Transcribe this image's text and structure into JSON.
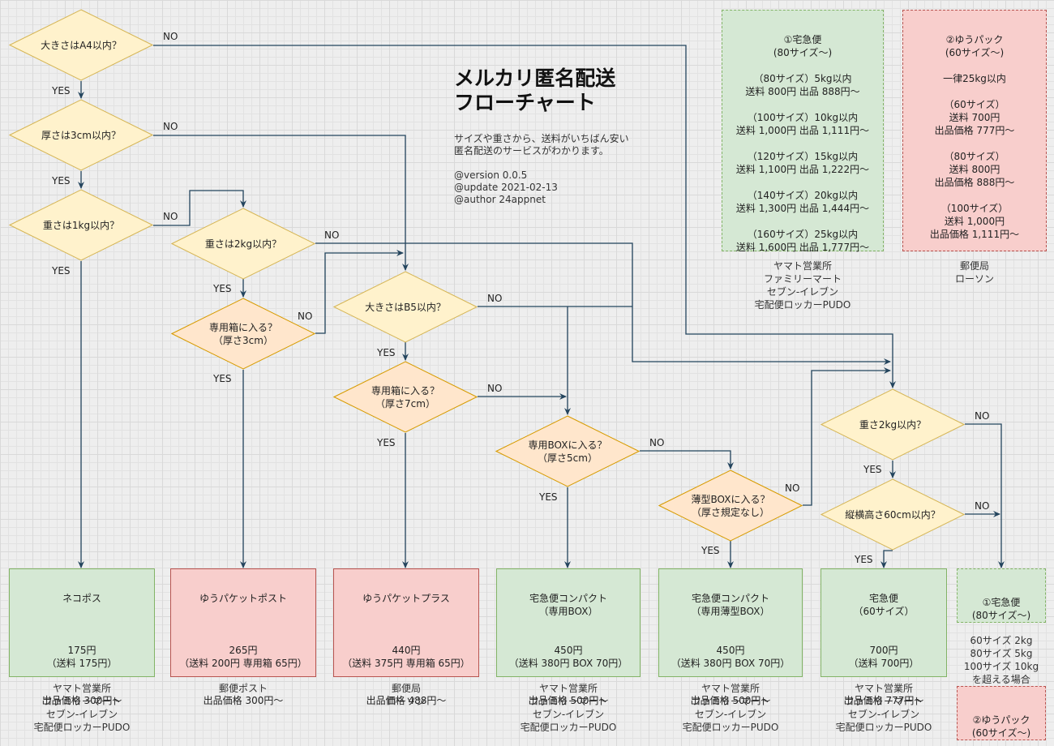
{
  "title": "メルカリ匿名配送\nフローチャート",
  "description": "サイズや重さから、送料がいちばん安い\n匿名配送のサービスがわかります。",
  "meta": {
    "version": "@version 0.0.5",
    "update": "@update 2021-02-13",
    "author": "@author 24appnet"
  },
  "colors": {
    "decision_fill": "#fff2cc",
    "decision_stroke": "#d6b656",
    "decision_alt_fill": "#ffe6cc",
    "decision_alt_stroke": "#d79b00",
    "green_fill": "#d5e8d4",
    "green_stroke": "#82b366",
    "red_fill": "#f8cecc",
    "red_stroke": "#b85450",
    "edge": "#23445d"
  },
  "decisions": {
    "a4": "大きさはA4以内？",
    "thick3": "厚さは3cm以内？",
    "w1kg": "重さは1kg以内？",
    "w2kg": "重さは2kg以内？",
    "box3": "専用箱に入る？\n（厚さ3cm）",
    "b5": "大きさはB5以内？",
    "box7": "専用箱に入る？\n（厚さ7cm）",
    "box5": "専用BOXに入る？\n（厚さ5cm）",
    "thinbox": "薄型BOXに入る？\n（厚さ規定なし）",
    "w2kg_b": "重さ2kg以内？",
    "size60": "縦横高さ60cm以内？"
  },
  "edge_labels": {
    "yes": "YES",
    "no": "NO"
  },
  "results": [
    {
      "name": "ネコポス",
      "price": "175円\n（送料 175円）",
      "listing": "出品価格 300円〜",
      "where": "ヤマト営業所\nファミリーマート\nセブン-イレブン\n宅配便ロッカーPUDO"
    },
    {
      "name": "ゆうパケットポスト",
      "price": "265円\n（送料 200円 専用箱 65円）",
      "listing": "出品価格 300円〜",
      "where": "郵便ポスト"
    },
    {
      "name": "ゆうパケットプラス",
      "price": "440円\n（送料 375円 専用箱 65円）",
      "listing": "出品価格 488円〜",
      "where": "郵便局\nローソン"
    },
    {
      "name": "宅急便コンパクト\n（専用BOX）",
      "price": "450円\n（送料 380円 BOX 70円）",
      "listing": "出品価格 500円〜",
      "where": "ヤマト営業所\nファミリーマート\nセブン-イレブン\n宅配便ロッカーPUDO"
    },
    {
      "name": "宅急便コンパクト\n（専用薄型BOX）",
      "price": "450円\n（送料 380円 BOX 70円）",
      "listing": "出品価格 500円〜",
      "where": "ヤマト営業所\nファミリーマート\nセブン-イレブン\n宅配便ロッカーPUDO"
    },
    {
      "name": "宅急便\n（60サイズ）",
      "price": "700円\n（送料 700円）",
      "listing": "出品価格 777円〜",
      "where": "ヤマト営業所\nファミリーマート\nセブン-イレブン\n宅配便ロッカーPUDO"
    }
  ],
  "overflow": {
    "takkyubin": "①宅急便\n(80サイズ〜)",
    "note": "60サイズ 2kg\n80サイズ 5kg\n100サイズ 10kg\nを超える場合",
    "yupack": "②ゆうパック\n(60サイズ〜)"
  },
  "legend": {
    "takkyubin": {
      "text": "①宅急便\n(80サイズ〜)\n\n（80サイズ）5kg以内\n送料 800円 出品 888円〜\n\n（100サイズ）10kg以内\n送料 1,000円 出品 1,111円〜\n\n（120サイズ）15kg以内\n送料 1,100円 出品 1,222円〜\n\n（140サイズ）20kg以内\n送料 1,300円 出品 1,444円〜\n\n（160サイズ）25kg以内\n送料 1,600円 出品 1,777円〜",
      "where": "ヤマト営業所\nファミリーマート\nセブン-イレブン\n宅配便ロッカーPUDO"
    },
    "yupack": {
      "text": "②ゆうパック\n(60サイズ〜)\n\n一律25kg以内\n\n（60サイズ）\n送料 700円\n出品価格 777円〜\n\n（80サイズ）\n送料 800円\n出品価格 888円〜\n\n（100サイズ）\n送料 1,000円\n出品価格 1,111円〜",
      "where": "郵便局\nローソン"
    }
  }
}
